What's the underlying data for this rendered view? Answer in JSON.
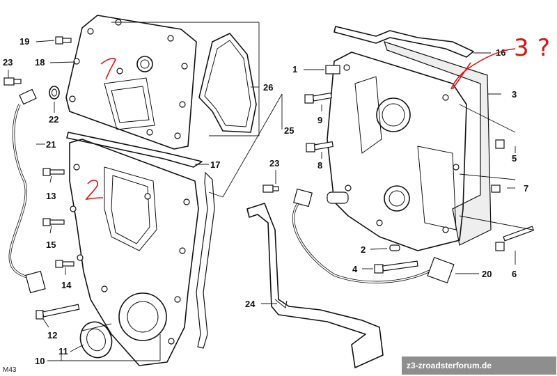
{
  "diagram_code": "M43",
  "watermark": "z3-zroadsterforum.de",
  "handwritten_notes": {
    "note_1": "1",
    "note_2": "2",
    "note_3": "3",
    "note_q": "?"
  },
  "callouts": {
    "c1": "1",
    "c2": "2",
    "c3": "3",
    "c4": "4",
    "c5": "5",
    "c6": "6",
    "c7": "7",
    "c8": "8",
    "c9": "9",
    "c10": "10",
    "c11": "11",
    "c12": "12",
    "c13": "13",
    "c14": "14",
    "c15": "15",
    "c16": "16",
    "c17": "17",
    "c18": "18",
    "c19": "19",
    "c20": "20",
    "c21": "21",
    "c22": "22",
    "c23a": "23",
    "c23b": "23",
    "c24": "24",
    "c25": "25",
    "c26": "26"
  }
}
